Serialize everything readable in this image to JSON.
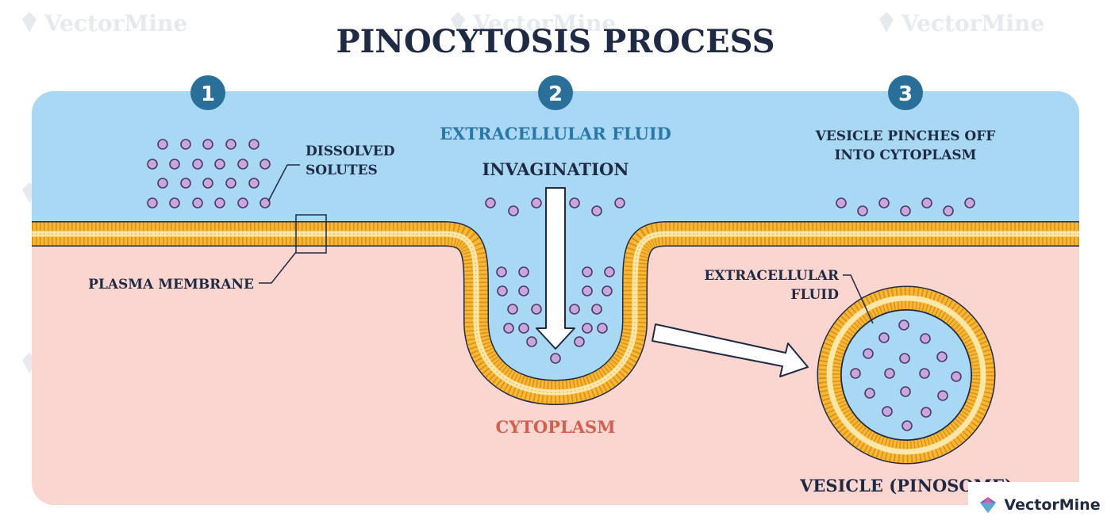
{
  "title": "PINOCYTOSIS PROCESS",
  "steps": [
    "1",
    "2",
    "3"
  ],
  "labels": {
    "dissolved_1": "DISSOLVED",
    "dissolved_2": "SOLUTES",
    "extracellular_fluid": "EXTRACELLULAR FLUID",
    "invagination": "INVAGINATION",
    "vesicle_pinches_1": "VESICLE PINCHES OFF",
    "vesicle_pinches_2": "INTO CYTOPLASM",
    "plasma_membrane": "PLASMA MEMBRANE",
    "vesicle_fluid_1": "EXTRACELLULAR",
    "vesicle_fluid_2": "FLUID",
    "cytoplasm": "CYTOPLASM",
    "vesicle": "VESICLE (PINOSOME)"
  },
  "watermark": "VectorMine",
  "logo_text": "VectorMine",
  "colors": {
    "extracellular": "#a9d8f5",
    "cytoplasm": "#fbd5cf",
    "membrane": "#f7b934",
    "membrane_dark": "#d98a1a",
    "solute_fill": "#c9a6dd",
    "solute_stroke": "#4a3a6a",
    "step_circle": "#2a6f99",
    "title": "#1f2a44"
  }
}
